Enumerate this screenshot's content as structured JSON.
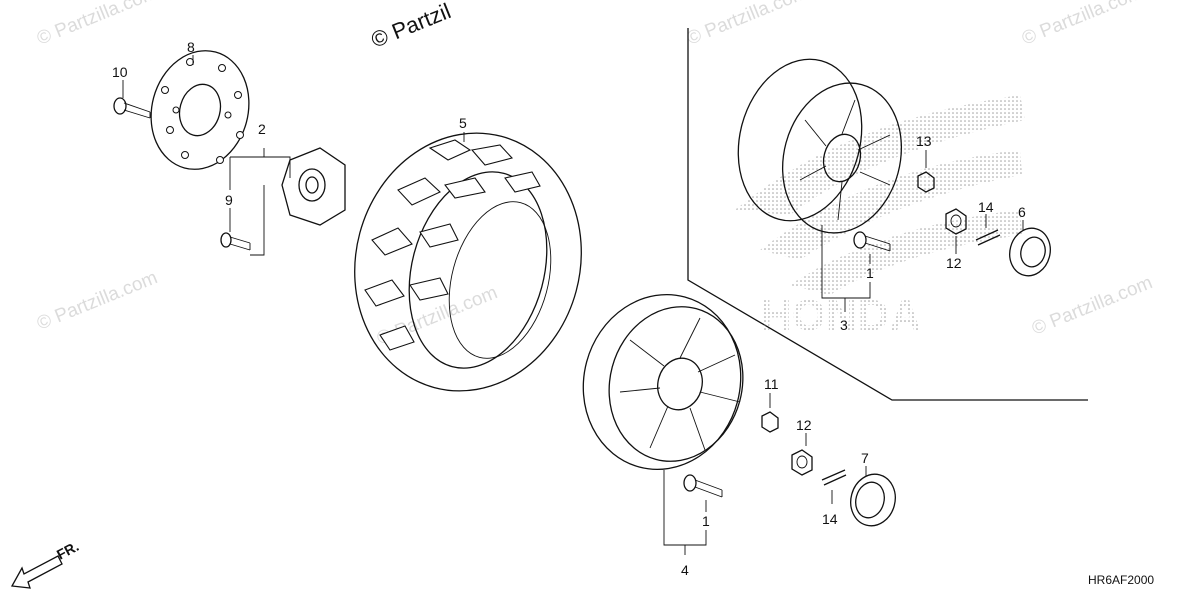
{
  "watermark": {
    "text": "© Partzilla.com",
    "top_text": "© Partzil"
  },
  "callouts": {
    "c1a": "1",
    "c1b": "1",
    "c2": "2",
    "c3": "3",
    "c4": "4",
    "c5": "5",
    "c6": "6",
    "c7": "7",
    "c8": "8",
    "c9": "9",
    "c10": "10",
    "c11": "11",
    "c12a": "12",
    "c12b": "12",
    "c13": "13",
    "c14a": "14",
    "c14b": "14"
  },
  "front_indicator": "FR.",
  "diagram_code": "HR6AF2000",
  "brand_logo_text": "HONDA"
}
